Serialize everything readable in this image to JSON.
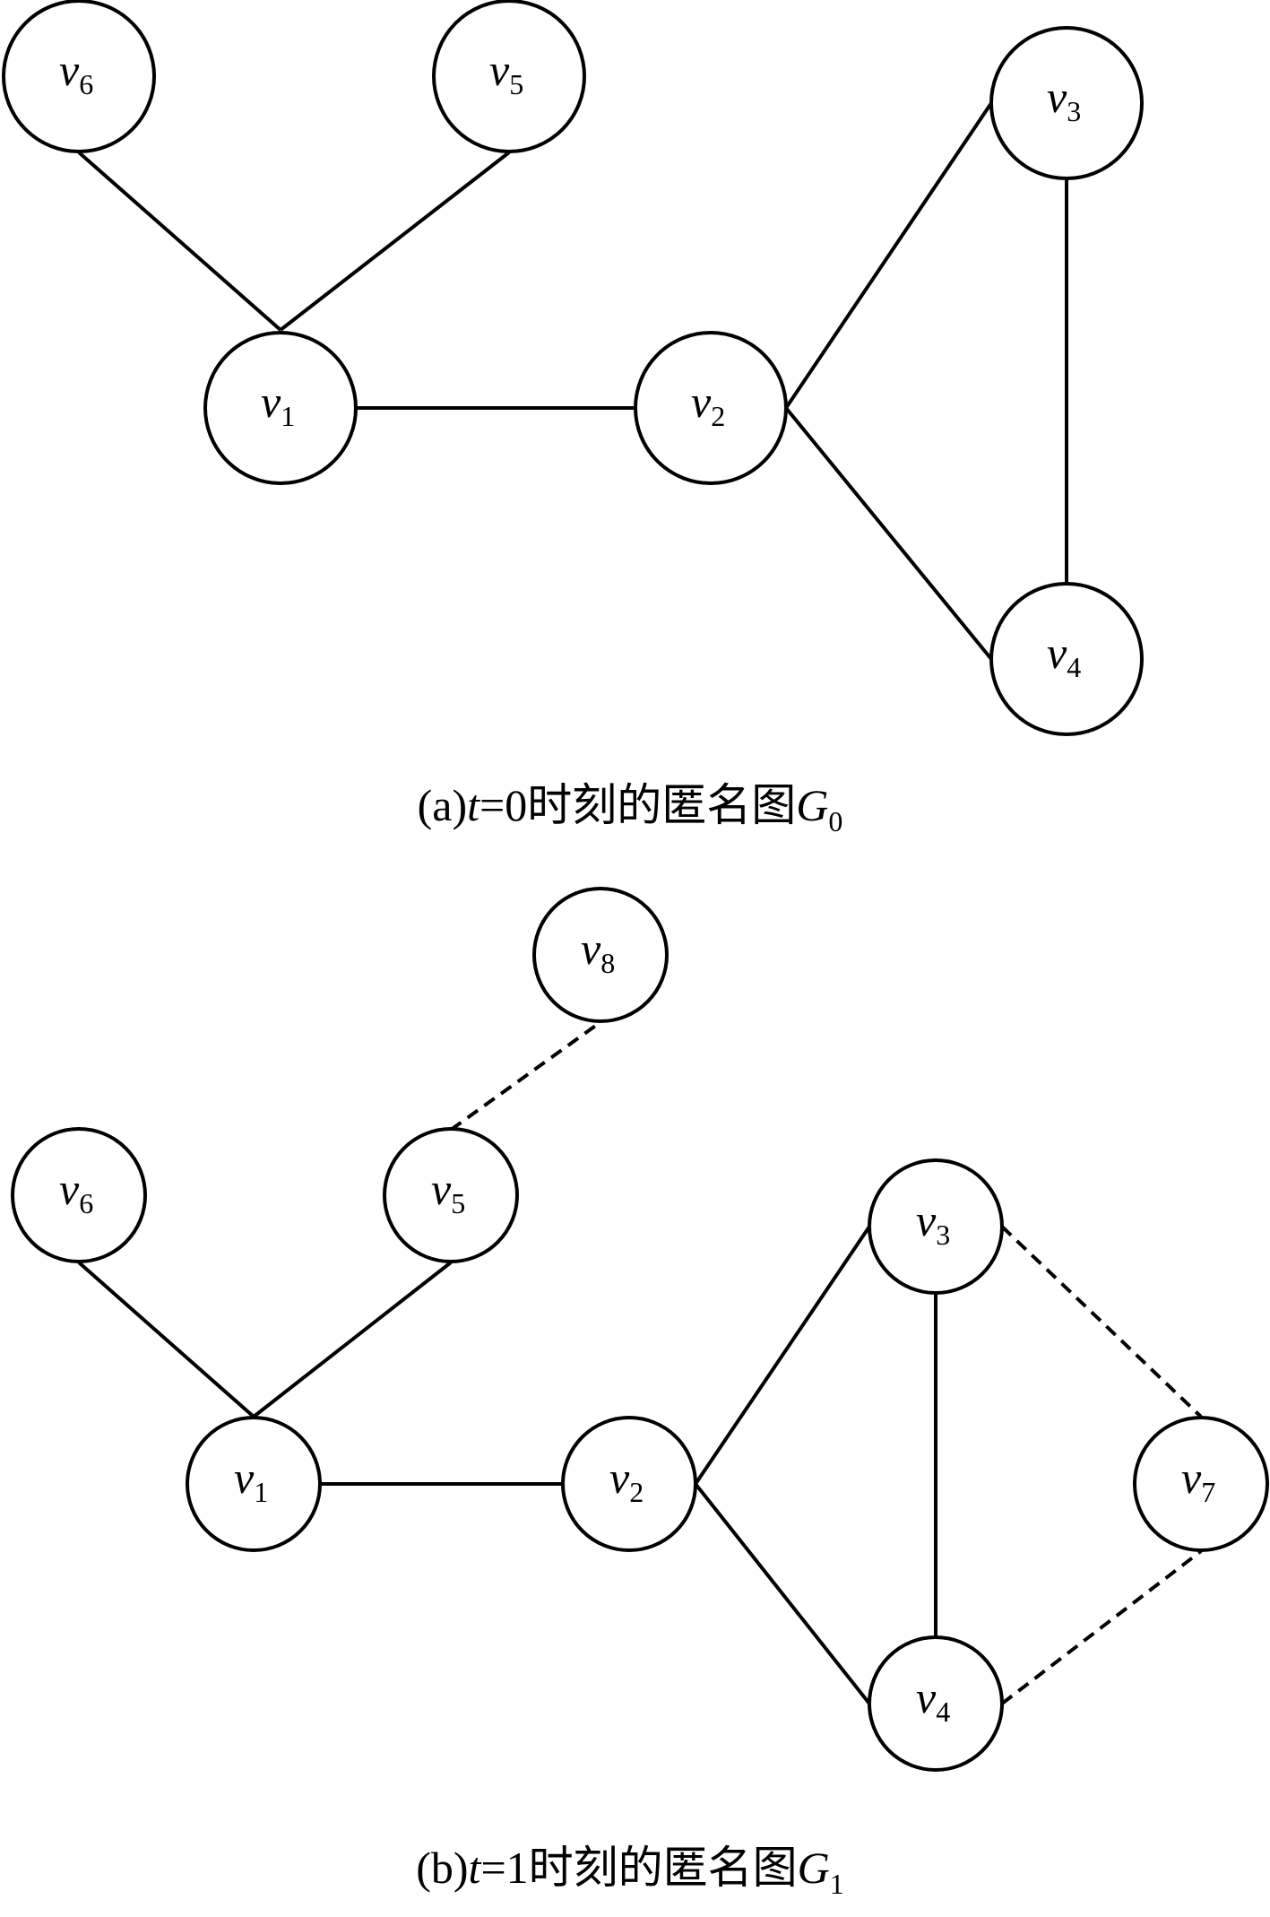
{
  "diagrams": [
    {
      "id": "a",
      "caption": {
        "prefix": "(a)",
        "var": "t",
        "mid": "=0时刻的匿名图",
        "graph_var": "G",
        "graph_sub": "0"
      },
      "nodes": [
        {
          "id": "v6",
          "main": "v",
          "sub": "6"
        },
        {
          "id": "v5",
          "main": "v",
          "sub": "5"
        },
        {
          "id": "v3",
          "main": "v",
          "sub": "3"
        },
        {
          "id": "v1",
          "main": "v",
          "sub": "1"
        },
        {
          "id": "v2",
          "main": "v",
          "sub": "2"
        },
        {
          "id": "v4",
          "main": "v",
          "sub": "4"
        }
      ],
      "edges": [
        {
          "from": "v6",
          "to": "v1",
          "style": "solid"
        },
        {
          "from": "v5",
          "to": "v1",
          "style": "solid"
        },
        {
          "from": "v1",
          "to": "v2",
          "style": "solid"
        },
        {
          "from": "v2",
          "to": "v3",
          "style": "solid"
        },
        {
          "from": "v2",
          "to": "v4",
          "style": "solid"
        },
        {
          "from": "v3",
          "to": "v4",
          "style": "solid"
        }
      ]
    },
    {
      "id": "b",
      "caption": {
        "prefix": "(b)",
        "var": "t",
        "mid": "=1时刻的匿名图",
        "graph_var": "G",
        "graph_sub": "1"
      },
      "nodes": [
        {
          "id": "v8",
          "main": "v",
          "sub": "8"
        },
        {
          "id": "v6",
          "main": "v",
          "sub": "6"
        },
        {
          "id": "v5",
          "main": "v",
          "sub": "5"
        },
        {
          "id": "v3",
          "main": "v",
          "sub": "3"
        },
        {
          "id": "v1",
          "main": "v",
          "sub": "1"
        },
        {
          "id": "v2",
          "main": "v",
          "sub": "2"
        },
        {
          "id": "v7",
          "main": "v",
          "sub": "7"
        },
        {
          "id": "v4",
          "main": "v",
          "sub": "4"
        }
      ],
      "edges": [
        {
          "from": "v6",
          "to": "v1",
          "style": "solid"
        },
        {
          "from": "v5",
          "to": "v1",
          "style": "solid"
        },
        {
          "from": "v1",
          "to": "v2",
          "style": "solid"
        },
        {
          "from": "v2",
          "to": "v3",
          "style": "solid"
        },
        {
          "from": "v2",
          "to": "v4",
          "style": "solid"
        },
        {
          "from": "v3",
          "to": "v4",
          "style": "solid"
        },
        {
          "from": "v5",
          "to": "v8",
          "style": "dashed"
        },
        {
          "from": "v3",
          "to": "v7",
          "style": "dashed"
        },
        {
          "from": "v4",
          "to": "v7",
          "style": "dashed"
        }
      ]
    }
  ]
}
